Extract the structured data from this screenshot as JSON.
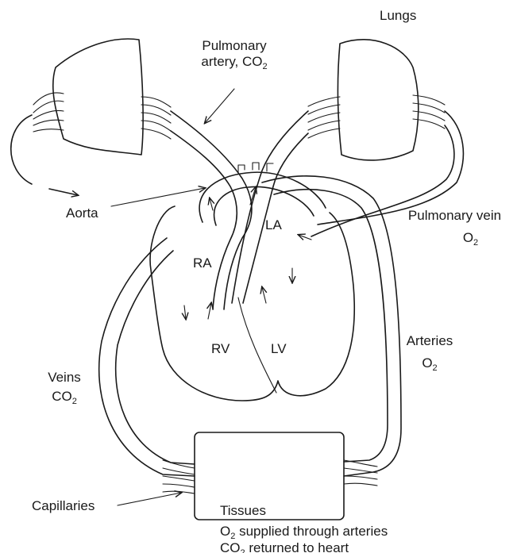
{
  "labels": {
    "lungs": "Lungs",
    "pulmonary_artery_line1": "Pulmonary",
    "pulmonary_artery_line2": "artery, CO",
    "aorta": "Aorta",
    "pulmonary_vein": "Pulmonary vein",
    "pulmonary_vein_o": "O",
    "ra": "RA",
    "la": "LA",
    "rv": "RV",
    "lv": "LV",
    "arteries": "Arteries",
    "arteries_o": "O",
    "veins": "Veins",
    "veins_co": "CO",
    "capillaries": "Capillaries",
    "tissues": "Tissues",
    "caption_line1_pre": "O",
    "caption_line1_post": " supplied through arteries",
    "caption_line2_pre": "CO",
    "caption_line2_post": " returned to heart",
    "subscript": "2"
  },
  "colors": {
    "ink": "#1a1a1a",
    "background": "#ffffff"
  }
}
